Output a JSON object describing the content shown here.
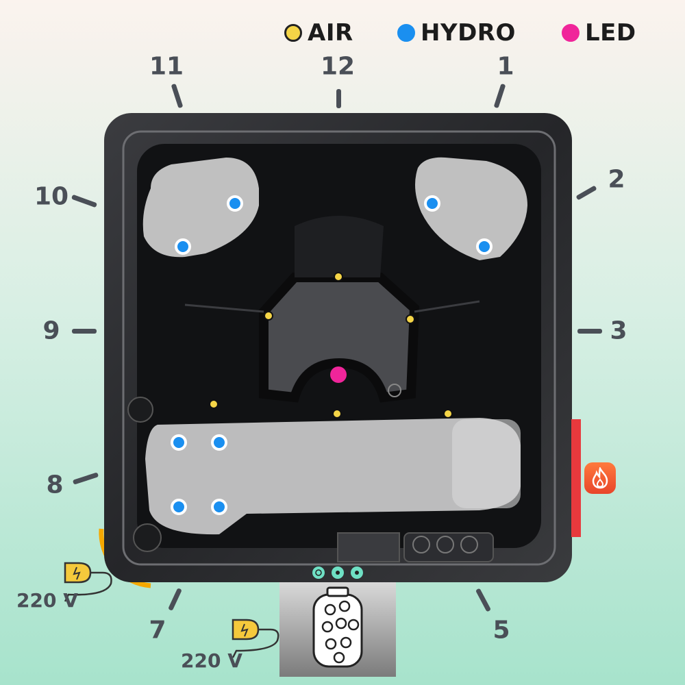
{
  "legend": {
    "air": {
      "label": "AIR",
      "color": "#f5d547"
    },
    "hydro": {
      "label": "HYDRO",
      "color": "#1a8ff0"
    },
    "led": {
      "label": "LED",
      "color": "#f0259a"
    }
  },
  "clock_positions": [
    "1",
    "2",
    "3",
    "5",
    "7",
    "8",
    "9",
    "10",
    "11",
    "12"
  ],
  "power_supply": {
    "left_label": "220 V",
    "bottom_label": "220 V",
    "plug_icon": "plug-icon"
  },
  "heater": {
    "icon": "flame-icon",
    "color": "#e8452a"
  },
  "control_panel": {
    "icons": [
      "power-icon",
      "jets-icon",
      "jets-icon"
    ],
    "color": "#6fe0c4"
  },
  "filter": {
    "icon": "filter-cartridge-icon"
  },
  "colors": {
    "tub_shell": "#2a2b2e",
    "seat_highlight": "#cfcfcf",
    "power_arc": "#f5a800",
    "heater_bar": "#e8393d"
  }
}
